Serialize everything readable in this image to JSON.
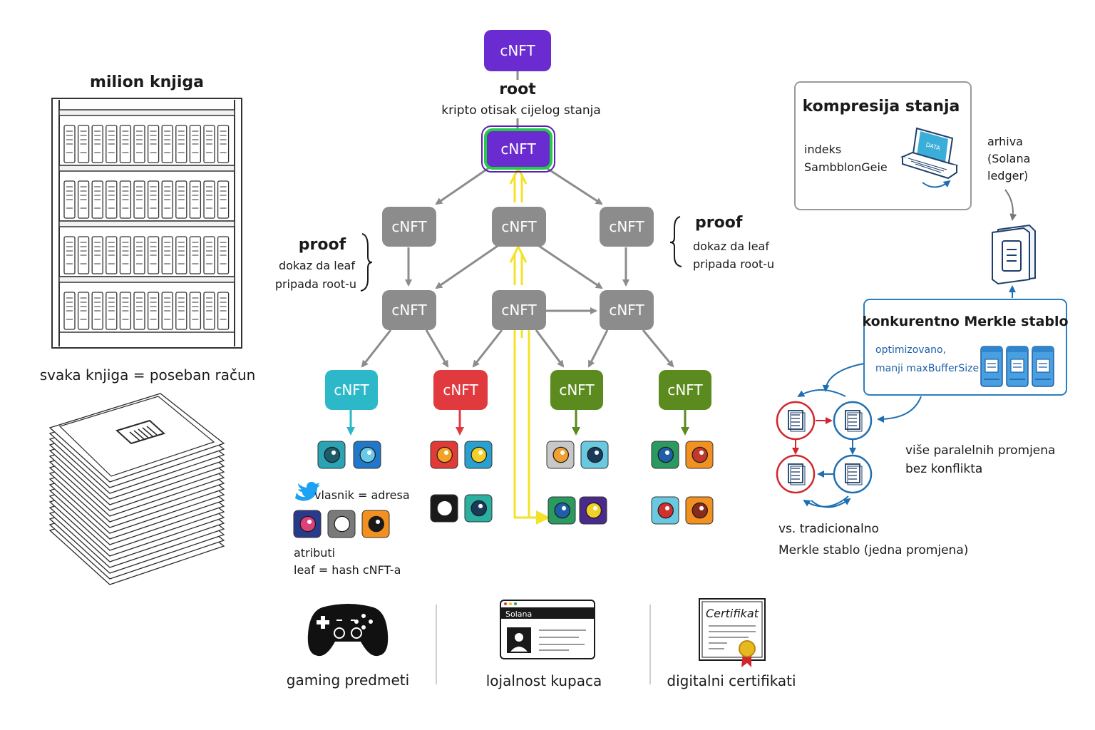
{
  "left": {
    "title": "milion knjiga",
    "caption": "svaka knjiga = poseban račun"
  },
  "tree": {
    "node_label": "cNFT",
    "root_label": "root",
    "root_desc": "kripto otisak cijelog stanja",
    "proof_left": {
      "title": "proof",
      "line1": "dokaz da leaf",
      "line2": "pripada root-u"
    },
    "proof_right": {
      "title": "proof",
      "line1": "dokaz da leaf",
      "line2": "pripada root-u"
    },
    "owner_label": "vlasnik = adresa",
    "attr_label": "atributi",
    "leaf_label": "leaf = hash cNFT-a",
    "colors": {
      "purple": "#6a2bd0",
      "gray": "#8c8c8c",
      "teal": "#2cb8c8",
      "red": "#e0393e",
      "green": "#5b8a1f",
      "highlight": "#22cc44",
      "path": "#f3e227"
    }
  },
  "right": {
    "compression_title": "kompresija stanja",
    "index_label": "indeks",
    "template_label": "SambblonGeie",
    "laptop_screen": "DATA",
    "archive": {
      "line1": "arhiva",
      "line2": "(Solana",
      "line3": "ledger)"
    },
    "concurrent_title": "konkurentno Merkle stablo",
    "concurrent_line1": "optimizovano,",
    "concurrent_line2": "manji maxBufferSize",
    "parallel_line1": "više paralelnih promjena",
    "parallel_line2": "bez konflikta",
    "traditional_line1": "vs. tradicionalno",
    "traditional_line2": "Merkle stablo (jedna promjena)"
  },
  "bottom": {
    "gaming": "gaming predmeti",
    "loyalty": "lojalnost kupaca",
    "loyalty_card_title": "Solana",
    "certificates": "digitalni certifikati",
    "certificate_title": "Certifikat"
  }
}
